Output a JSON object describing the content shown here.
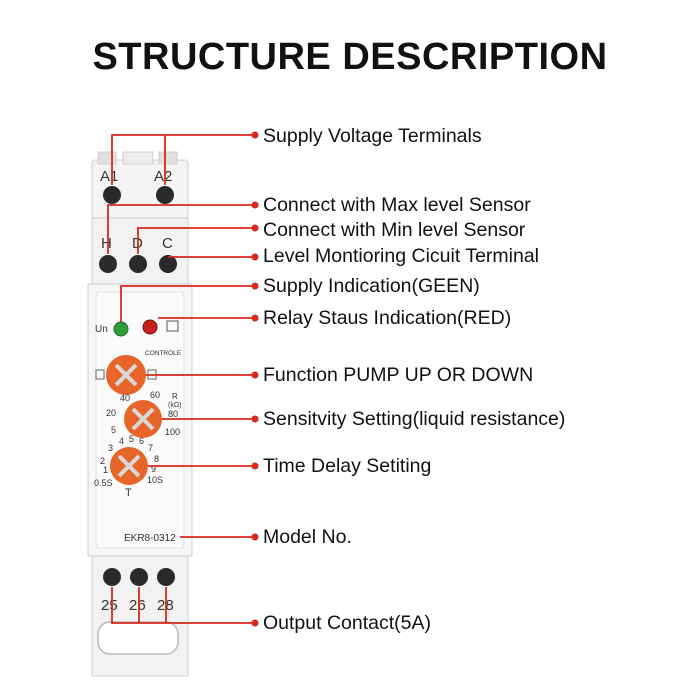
{
  "title": "STRUCTURE DESCRIPTION",
  "callouts": [
    {
      "label": "Supply Voltage Terminals"
    },
    {
      "label": "Connect with Max level Sensor"
    },
    {
      "label": "Connect with Min level Sensor"
    },
    {
      "label": "Level Montioring Cicuit Terminal"
    },
    {
      "label": "Supply Indication(GEEN)"
    },
    {
      "label": "Relay Staus Indication(RED)"
    },
    {
      "label": "Function PUMP UP OR DOWN"
    },
    {
      "label": "Sensitvity Setting(liquid resistance)"
    },
    {
      "label": "Time Delay Setiting"
    },
    {
      "label": "Model No."
    },
    {
      "label": "Output Contact(5A)"
    }
  ],
  "device": {
    "top_terminals": [
      "A1",
      "A2"
    ],
    "mid_terminals": [
      "H",
      "D",
      "C"
    ],
    "bottom_terminals": [
      "25",
      "26",
      "28"
    ],
    "un_label": "Un",
    "controle_label": "CONTROLE",
    "sens_scale": [
      "40",
      "60",
      "20",
      "80",
      "5",
      "100"
    ],
    "sens_unit": "R",
    "sens_unit2": "(kΩ)",
    "time_scale": [
      "4",
      "5",
      "6",
      "3",
      "7",
      "2",
      "8",
      "1",
      "9",
      "0.5S",
      "10S"
    ],
    "time_unit": "T",
    "model": "EKR8-0312",
    "colors": {
      "accent": "#e8652a",
      "callout_line": "#d9281c",
      "green_led": "#2f9e3a",
      "red_led": "#c81e1e"
    }
  }
}
